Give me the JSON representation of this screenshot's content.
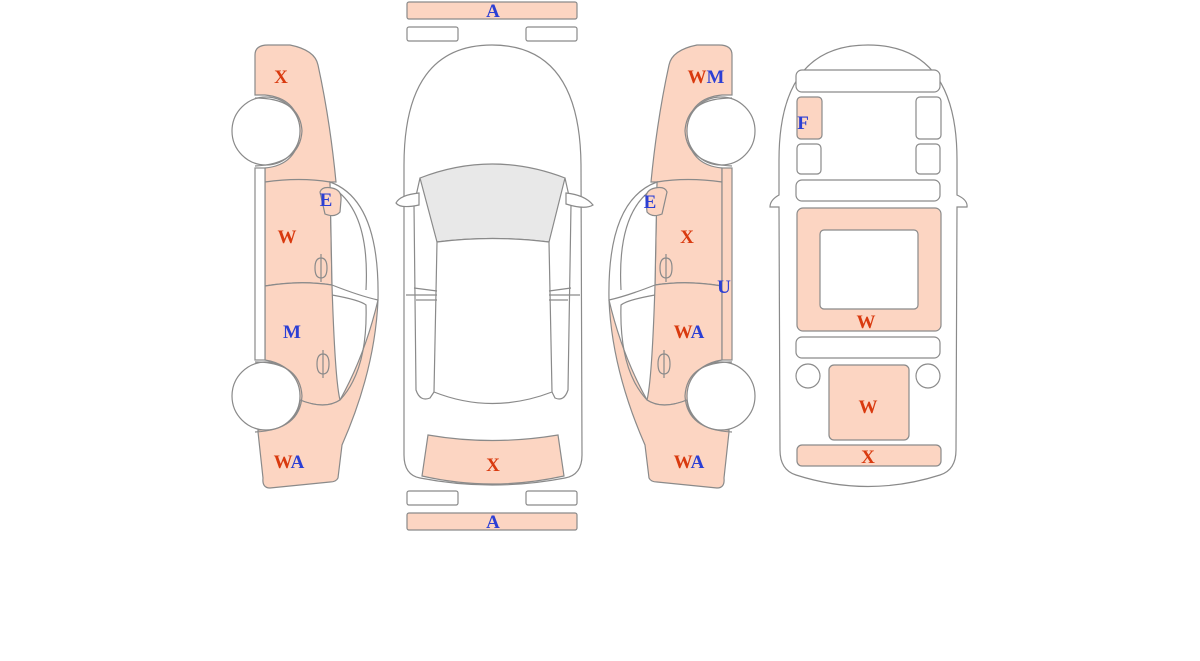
{
  "colors": {
    "damaged_fill": "#fcd5c2",
    "clean_fill": "#ffffff",
    "glass_fill": "#e8e8e8",
    "outline": "#8a8a8a",
    "code_red": "#d93a0f",
    "code_blue": "#2c3fd4"
  },
  "views": {
    "left_side": {
      "front_fender": [
        {
          "t": "X",
          "c": "code_red"
        }
      ],
      "front_door_mirror": [
        {
          "t": "E",
          "c": "code_blue"
        }
      ],
      "front_door": [
        {
          "t": "W",
          "c": "code_red"
        }
      ],
      "rear_door": [
        {
          "t": "M",
          "c": "code_blue"
        }
      ],
      "rear_quarter": [
        {
          "t": "W",
          "c": "code_red"
        },
        {
          "t": "A",
          "c": "code_blue"
        }
      ]
    },
    "top": {
      "front_bumper": [
        {
          "t": "A",
          "c": "code_blue"
        }
      ],
      "trunk": [
        {
          "t": "X",
          "c": "code_red"
        }
      ],
      "rear_bumper": [
        {
          "t": "A",
          "c": "code_blue"
        }
      ]
    },
    "right_side": {
      "front_fender": [
        {
          "t": "W",
          "c": "code_red"
        },
        {
          "t": "M",
          "c": "code_blue"
        }
      ],
      "front_door_mirror": [
        {
          "t": "E",
          "c": "code_blue"
        }
      ],
      "front_door": [
        {
          "t": "X",
          "c": "code_red"
        }
      ],
      "rocker_panel": [
        {
          "t": "U",
          "c": "code_blue"
        }
      ],
      "rear_door": [
        {
          "t": "W",
          "c": "code_red"
        },
        {
          "t": "A",
          "c": "code_blue"
        }
      ],
      "rear_quarter": [
        {
          "t": "W",
          "c": "code_red"
        },
        {
          "t": "A",
          "c": "code_blue"
        }
      ]
    },
    "underside": {
      "front_left_panel": [
        {
          "t": "F",
          "c": "code_blue"
        }
      ],
      "center_floor": [
        {
          "t": "W",
          "c": "code_red"
        }
      ],
      "rear_floor": [
        {
          "t": "W",
          "c": "code_red"
        }
      ],
      "rear_panel": [
        {
          "t": "X",
          "c": "code_red"
        }
      ]
    }
  }
}
